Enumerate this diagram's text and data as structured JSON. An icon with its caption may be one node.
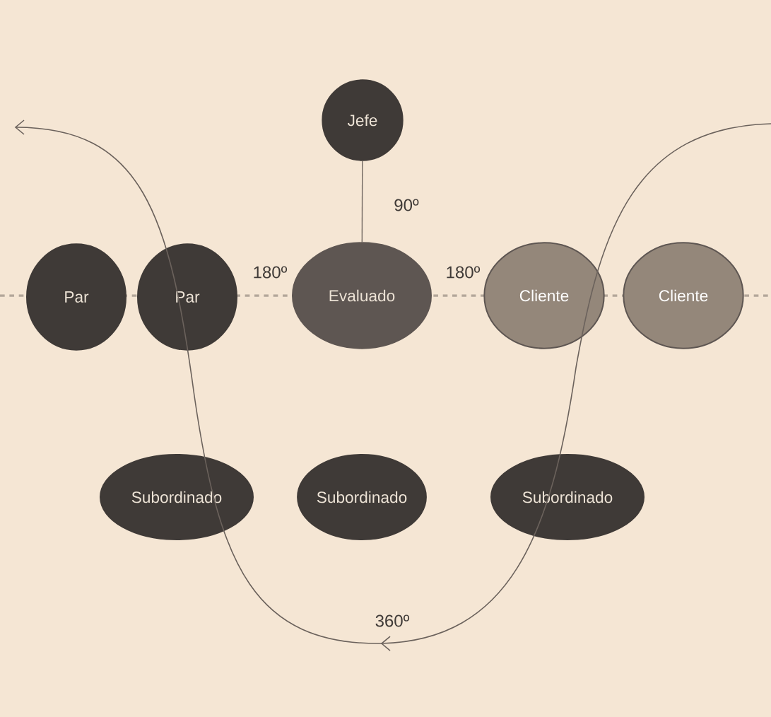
{
  "diagram": {
    "nodes": [
      {
        "text": [
          "Jefe"
        ]
      },
      {
        "text": [
          "Par"
        ]
      },
      {
        "text": [
          "Par"
        ]
      },
      {
        "text": [
          "Evaluado"
        ]
      },
      {
        "text": [
          "Cliente"
        ]
      },
      {
        "text": [
          "Cliente"
        ]
      },
      {
        "text": [
          "Subordinado"
        ]
      },
      {
        "text": [
          "Subordinado"
        ]
      },
      {
        "text": [
          "Subordinado"
        ]
      }
    ],
    "edges": [
      {
        "from": 0,
        "to": 3,
        "arrow": "none"
      }
    ],
    "labels": [
      "90º",
      "180º",
      "180º",
      "360º"
    ]
  }
}
